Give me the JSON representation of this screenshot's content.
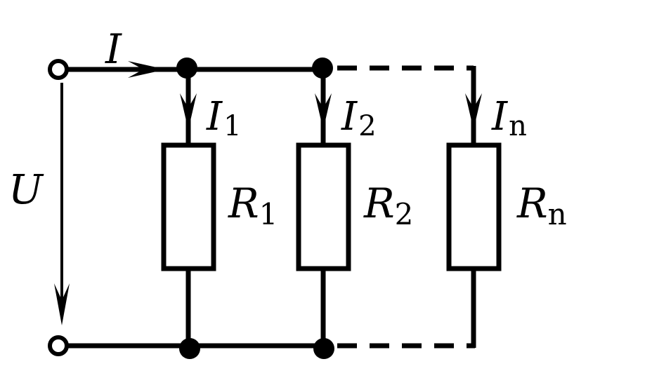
{
  "labels": {
    "voltage": "U",
    "current_total": "I",
    "branch_currents": [
      {
        "main": "I",
        "sub": "1"
      },
      {
        "main": "I",
        "sub": "2"
      },
      {
        "main": "I",
        "sub": "n"
      }
    ],
    "resistors": [
      {
        "main": "R",
        "sub": "1"
      },
      {
        "main": "R",
        "sub": "2"
      },
      {
        "main": "R",
        "sub": "n"
      }
    ]
  }
}
